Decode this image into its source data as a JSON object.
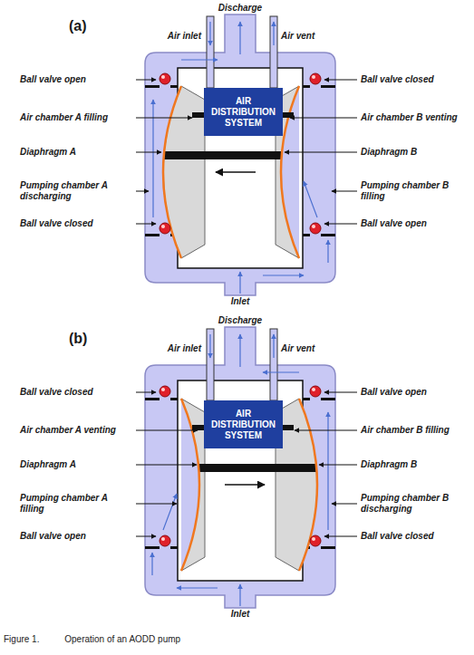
{
  "diagram": {
    "caption": "Figure 1.          Operation of an AODD pump",
    "nodes": [
      {
        "text": [
          "AIR DISTRIBUTION SYSTEM"
        ]
      },
      {
        "text": [
          "AIR DISTRIBUTION SYSTEM"
        ]
      }
    ],
    "labels": [
      "Discharge",
      "(a)",
      "Air inlet",
      "Air vent",
      "Ball valve open",
      "Ball valve closed",
      "Air chamber A filling",
      "Air chamber B venting",
      "Diaphragm A",
      "Diaphragm B",
      "Pumping chamber A discharging",
      "Pumping chamber B filling",
      "Ball valve closed",
      "Ball valve open",
      "Inlet",
      "Discharge",
      "(b)",
      "Air inlet",
      "Air vent",
      "Ball valve closed",
      "Ball valve open",
      "Air chamber A venting",
      "Air chamber B filling",
      "Diaphragm A",
      "Diaphragm B",
      "Pumping chamber A filling",
      "Pumping chamber B discharging",
      "Ball valve open",
      "Ball valve closed",
      "Inlet"
    ]
  }
}
